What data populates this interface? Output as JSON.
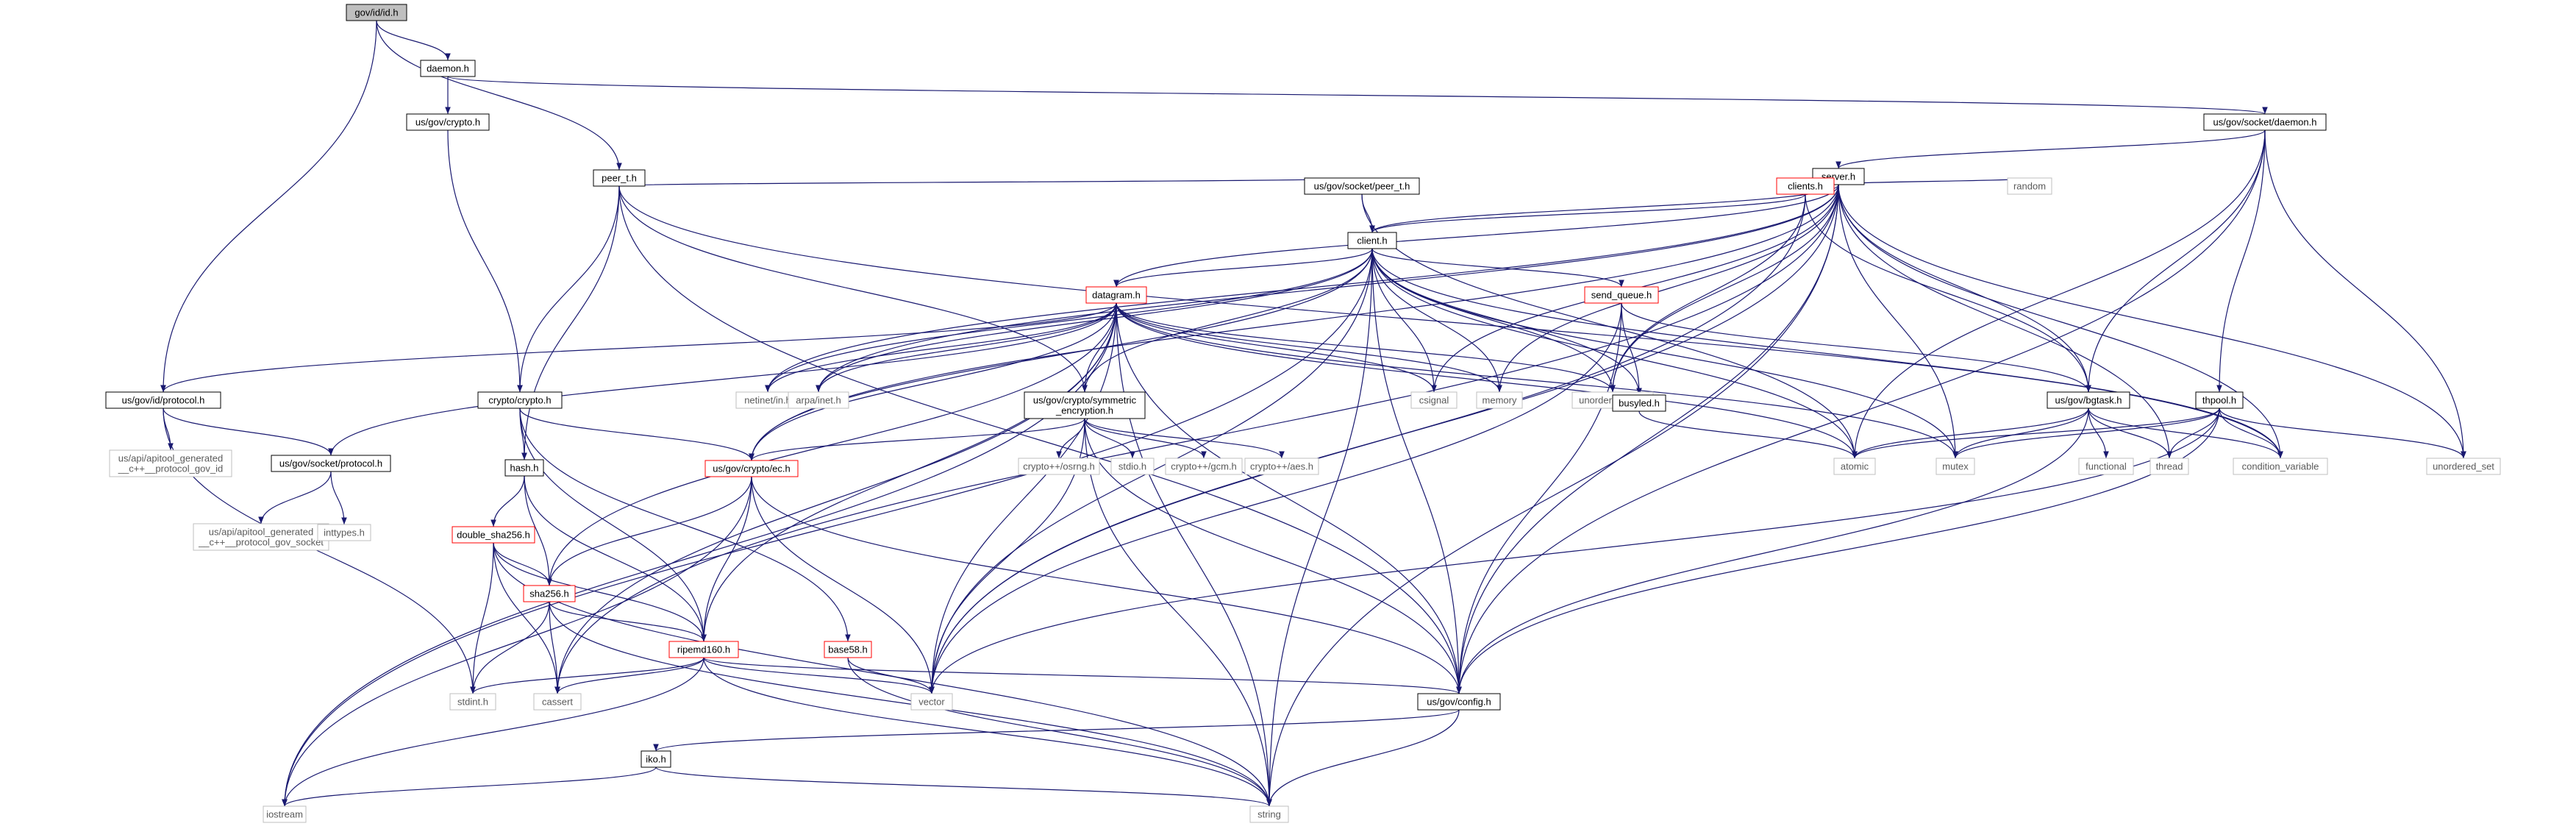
{
  "colors": {
    "edge": "#191970",
    "node_border_default": "#000000",
    "node_border_incomplete": "#ff0000",
    "node_border_external": "#bfbfbf",
    "root_fill": "#bfbfbf",
    "background": "#ffffff"
  },
  "diagram": {
    "type": "include-dependency-graph",
    "nodes": [
      {
        "id": "gov_id_id_h",
        "label": "gov/id/id.h",
        "kind": "root"
      },
      {
        "id": "daemon_h",
        "label": "daemon.h",
        "kind": "normal"
      },
      {
        "id": "us_gov_crypto_h",
        "label": "us/gov/crypto.h",
        "kind": "normal"
      },
      {
        "id": "peer_t_h",
        "label": "peer_t.h",
        "kind": "normal"
      },
      {
        "id": "socket_daemon_h",
        "label": "us/gov/socket/daemon.h",
        "kind": "normal"
      },
      {
        "id": "server_h",
        "label": "server.h",
        "kind": "normal"
      },
      {
        "id": "clients_h",
        "label": "clients.h",
        "kind": "incomplete"
      },
      {
        "id": "random",
        "label": "random",
        "kind": "external"
      },
      {
        "id": "socket_peer_t_h",
        "label": "us/gov/socket/peer_t.h",
        "kind": "normal"
      },
      {
        "id": "client_h",
        "label": "client.h",
        "kind": "normal"
      },
      {
        "id": "datagram_h",
        "label": "datagram.h",
        "kind": "incomplete"
      },
      {
        "id": "send_queue_h",
        "label": "send_queue.h",
        "kind": "incomplete"
      },
      {
        "id": "id_protocol_h",
        "label": "us/gov/id/protocol.h",
        "kind": "normal"
      },
      {
        "id": "crypto_crypto_h",
        "label": "crypto/crypto.h",
        "kind": "normal"
      },
      {
        "id": "netinet_in_h",
        "label": "netinet/in.h",
        "kind": "external"
      },
      {
        "id": "arpa_inet_h",
        "label": "arpa/inet.h",
        "kind": "external"
      },
      {
        "id": "symmetric_enc_h",
        "label": "us/gov/crypto/symmetric\n_encryption.h",
        "kind": "normal"
      },
      {
        "id": "csignal",
        "label": "csignal",
        "kind": "external"
      },
      {
        "id": "memory",
        "label": "memory",
        "kind": "external"
      },
      {
        "id": "unordered_map",
        "label": "unordered_map",
        "kind": "external"
      },
      {
        "id": "busyled_h",
        "label": "busyled.h",
        "kind": "normal"
      },
      {
        "id": "bgtask_h",
        "label": "us/gov/bgtask.h",
        "kind": "normal"
      },
      {
        "id": "thpool_h",
        "label": "thpool.h",
        "kind": "normal"
      },
      {
        "id": "apitool_gov_id",
        "label": "us/api/apitool_generated\n__c++__protocol_gov_id",
        "kind": "external"
      },
      {
        "id": "socket_protocol_h",
        "label": "us/gov/socket/protocol.h",
        "kind": "normal"
      },
      {
        "id": "hash_h",
        "label": "hash.h",
        "kind": "normal"
      },
      {
        "id": "ec_h",
        "label": "us/gov/crypto/ec.h",
        "kind": "incomplete"
      },
      {
        "id": "osrng_h",
        "label": "crypto++/osrng.h",
        "kind": "external"
      },
      {
        "id": "stdio_h",
        "label": "stdio.h",
        "kind": "external"
      },
      {
        "id": "gcm_h",
        "label": "crypto++/gcm.h",
        "kind": "external"
      },
      {
        "id": "aes_h",
        "label": "crypto++/aes.h",
        "kind": "external"
      },
      {
        "id": "atomic",
        "label": "atomic",
        "kind": "external"
      },
      {
        "id": "mutex",
        "label": "mutex",
        "kind": "external"
      },
      {
        "id": "functional",
        "label": "functional",
        "kind": "external"
      },
      {
        "id": "thread",
        "label": "thread",
        "kind": "external"
      },
      {
        "id": "condition_variable",
        "label": "condition_variable",
        "kind": "external"
      },
      {
        "id": "unordered_set",
        "label": "unordered_set",
        "kind": "external"
      },
      {
        "id": "apitool_gov_socket",
        "label": "us/api/apitool_generated\n__c++__protocol_gov_socket",
        "kind": "external"
      },
      {
        "id": "inttypes_h",
        "label": "inttypes.h",
        "kind": "external"
      },
      {
        "id": "double_sha256_h",
        "label": "double_sha256.h",
        "kind": "incomplete"
      },
      {
        "id": "sha256_h",
        "label": "sha256.h",
        "kind": "incomplete"
      },
      {
        "id": "ripemd160_h",
        "label": "ripemd160.h",
        "kind": "incomplete"
      },
      {
        "id": "base58_h",
        "label": "base58.h",
        "kind": "incomplete"
      },
      {
        "id": "stdint_h",
        "label": "stdint.h",
        "kind": "external"
      },
      {
        "id": "cassert",
        "label": "cassert",
        "kind": "external"
      },
      {
        "id": "vector",
        "label": "vector",
        "kind": "external"
      },
      {
        "id": "config_h",
        "label": "us/gov/config.h",
        "kind": "normal"
      },
      {
        "id": "iko_h",
        "label": "iko.h",
        "kind": "normal"
      },
      {
        "id": "iostream",
        "label": "iostream",
        "kind": "external"
      },
      {
        "id": "string",
        "label": "string",
        "kind": "external"
      }
    ],
    "edges": [
      [
        "gov_id_id_h",
        "daemon_h"
      ],
      [
        "gov_id_id_h",
        "peer_t_h"
      ],
      [
        "gov_id_id_h",
        "id_protocol_h"
      ],
      [
        "daemon_h",
        "us_gov_crypto_h"
      ],
      [
        "daemon_h",
        "socket_daemon_h"
      ],
      [
        "us_gov_crypto_h",
        "crypto_crypto_h"
      ],
      [
        "socket_daemon_h",
        "server_h"
      ],
      [
        "socket_daemon_h",
        "atomic"
      ],
      [
        "socket_daemon_h",
        "bgtask_h"
      ],
      [
        "socket_daemon_h",
        "thpool_h"
      ],
      [
        "socket_daemon_h",
        "unordered_set"
      ],
      [
        "socket_daemon_h",
        "config_h"
      ],
      [
        "peer_t_h",
        "socket_peer_t_h"
      ],
      [
        "peer_t_h",
        "crypto_crypto_h"
      ],
      [
        "peer_t_h",
        "hash_h"
      ],
      [
        "peer_t_h",
        "symmetric_enc_h"
      ],
      [
        "peer_t_h",
        "condition_variable"
      ],
      [
        "peer_t_h",
        "config_h"
      ],
      [
        "server_h",
        "clients_h"
      ],
      [
        "server_h",
        "random"
      ],
      [
        "server_h",
        "client_h"
      ],
      [
        "server_h",
        "datagram_h"
      ],
      [
        "server_h",
        "netinet_in_h"
      ],
      [
        "server_h",
        "arpa_inet_h"
      ],
      [
        "server_h",
        "csignal"
      ],
      [
        "server_h",
        "memory"
      ],
      [
        "server_h",
        "unordered_map"
      ],
      [
        "server_h",
        "bgtask_h"
      ],
      [
        "server_h",
        "mutex"
      ],
      [
        "server_h",
        "thread"
      ],
      [
        "server_h",
        "condition_variable"
      ],
      [
        "server_h",
        "unordered_set"
      ],
      [
        "server_h",
        "vector"
      ],
      [
        "server_h",
        "cassert"
      ],
      [
        "server_h",
        "ec_h"
      ],
      [
        "server_h",
        "config_h"
      ],
      [
        "server_h",
        "string"
      ],
      [
        "clients_h",
        "client_h"
      ],
      [
        "clients_h",
        "unordered_map"
      ],
      [
        "clients_h",
        "bgtask_h"
      ],
      [
        "clients_h",
        "vector"
      ],
      [
        "socket_peer_t_h",
        "client_h"
      ],
      [
        "socket_peer_t_h",
        "atomic"
      ],
      [
        "client_h",
        "datagram_h"
      ],
      [
        "client_h",
        "send_queue_h"
      ],
      [
        "client_h",
        "netinet_in_h"
      ],
      [
        "client_h",
        "arpa_inet_h"
      ],
      [
        "client_h",
        "csignal"
      ],
      [
        "client_h",
        "memory"
      ],
      [
        "client_h",
        "unordered_map"
      ],
      [
        "client_h",
        "busyled_h"
      ],
      [
        "client_h",
        "atomic"
      ],
      [
        "client_h",
        "mutex"
      ],
      [
        "client_h",
        "vector"
      ],
      [
        "client_h",
        "string"
      ],
      [
        "client_h",
        "iostream"
      ],
      [
        "client_h",
        "symmetric_enc_h"
      ],
      [
        "client_h",
        "ec_h"
      ],
      [
        "client_h",
        "config_h"
      ],
      [
        "client_h",
        "condition_variable"
      ],
      [
        "datagram_h",
        "netinet_in_h"
      ],
      [
        "datagram_h",
        "arpa_inet_h"
      ],
      [
        "datagram_h",
        "symmetric_enc_h"
      ],
      [
        "datagram_h",
        "csignal"
      ],
      [
        "datagram_h",
        "memory"
      ],
      [
        "datagram_h",
        "unordered_map"
      ],
      [
        "datagram_h",
        "atomic"
      ],
      [
        "datagram_h",
        "mutex"
      ],
      [
        "datagram_h",
        "id_protocol_h"
      ],
      [
        "datagram_h",
        "socket_protocol_h"
      ],
      [
        "datagram_h",
        "ec_h"
      ],
      [
        "datagram_h",
        "sha256_h"
      ],
      [
        "datagram_h",
        "ripemd160_h"
      ],
      [
        "datagram_h",
        "vector"
      ],
      [
        "datagram_h",
        "cassert"
      ],
      [
        "datagram_h",
        "iostream"
      ],
      [
        "datagram_h",
        "config_h"
      ],
      [
        "datagram_h",
        "string"
      ],
      [
        "send_queue_h",
        "busyled_h"
      ],
      [
        "send_queue_h",
        "bgtask_h"
      ],
      [
        "send_queue_h",
        "vector"
      ],
      [
        "send_queue_h",
        "config_h"
      ],
      [
        "busyled_h",
        "atomic"
      ],
      [
        "bgtask_h",
        "atomic"
      ],
      [
        "bgtask_h",
        "mutex"
      ],
      [
        "bgtask_h",
        "functional"
      ],
      [
        "bgtask_h",
        "thread"
      ],
      [
        "bgtask_h",
        "condition_variable"
      ],
      [
        "bgtask_h",
        "config_h"
      ],
      [
        "thpool_h",
        "atomic"
      ],
      [
        "thpool_h",
        "mutex"
      ],
      [
        "thpool_h",
        "thread"
      ],
      [
        "thpool_h",
        "condition_variable"
      ],
      [
        "thpool_h",
        "unordered_set"
      ],
      [
        "thpool_h",
        "vector"
      ],
      [
        "thpool_h",
        "config_h"
      ],
      [
        "id_protocol_h",
        "apitool_gov_id"
      ],
      [
        "id_protocol_h",
        "socket_protocol_h"
      ],
      [
        "id_protocol_h",
        "stdint_h"
      ],
      [
        "socket_protocol_h",
        "apitool_gov_socket"
      ],
      [
        "socket_protocol_h",
        "inttypes_h"
      ],
      [
        "crypto_crypto_h",
        "hash_h"
      ],
      [
        "crypto_crypto_h",
        "ec_h"
      ],
      [
        "crypto_crypto_h",
        "ripemd160_h"
      ],
      [
        "crypto_crypto_h",
        "base58_h"
      ],
      [
        "symmetric_enc_h",
        "osrng_h"
      ],
      [
        "symmetric_enc_h",
        "stdio_h"
      ],
      [
        "symmetric_enc_h",
        "gcm_h"
      ],
      [
        "symmetric_enc_h",
        "aes_h"
      ],
      [
        "symmetric_enc_h",
        "ec_h"
      ],
      [
        "symmetric_enc_h",
        "config_h"
      ],
      [
        "symmetric_enc_h",
        "string"
      ],
      [
        "symmetric_enc_h",
        "vector"
      ],
      [
        "hash_h",
        "double_sha256_h"
      ],
      [
        "hash_h",
        "sha256_h"
      ],
      [
        "hash_h",
        "ripemd160_h"
      ],
      [
        "ec_h",
        "sha256_h"
      ],
      [
        "ec_h",
        "ripemd160_h"
      ],
      [
        "ec_h",
        "vector"
      ],
      [
        "ec_h",
        "config_h"
      ],
      [
        "ec_h",
        "iostream"
      ],
      [
        "double_sha256_h",
        "sha256_h"
      ],
      [
        "double_sha256_h",
        "ripemd160_h"
      ],
      [
        "double_sha256_h",
        "stdint_h"
      ],
      [
        "double_sha256_h",
        "cassert"
      ],
      [
        "double_sha256_h",
        "string"
      ],
      [
        "sha256_h",
        "ripemd160_h"
      ],
      [
        "sha256_h",
        "stdint_h"
      ],
      [
        "sha256_h",
        "cassert"
      ],
      [
        "sha256_h",
        "string"
      ],
      [
        "ripemd160_h",
        "stdint_h"
      ],
      [
        "ripemd160_h",
        "cassert"
      ],
      [
        "ripemd160_h",
        "vector"
      ],
      [
        "ripemd160_h",
        "iostream"
      ],
      [
        "ripemd160_h",
        "string"
      ],
      [
        "ripemd160_h",
        "config_h"
      ],
      [
        "base58_h",
        "vector"
      ],
      [
        "base58_h",
        "string"
      ],
      [
        "config_h",
        "iko_h"
      ],
      [
        "config_h",
        "string"
      ],
      [
        "iko_h",
        "iostream"
      ],
      [
        "iko_h",
        "string"
      ]
    ]
  }
}
